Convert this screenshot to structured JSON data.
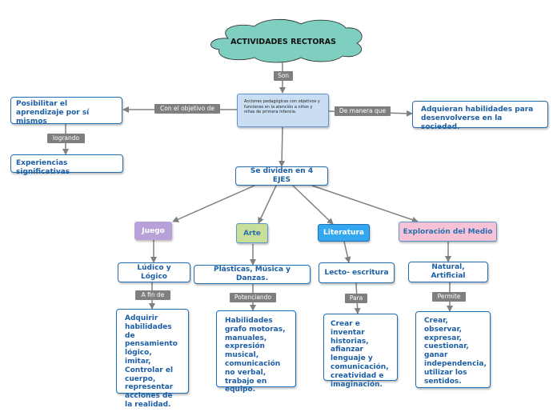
{
  "title": "ACTIVIDADES RECTORAS",
  "definition": "Acciones pedagógicas con objetivos y funciones en la atención a niños y niñas de primera infancia.",
  "link_labels": {
    "son": "Son",
    "objetivo": "Con el objetivo de",
    "manera": "De manera que",
    "logrando": "logrando",
    "a_fin_de": "A fin de",
    "potenciando": "Potenciando",
    "para": "Para",
    "permite": "Permite"
  },
  "nodes": {
    "posibilitar": "Posibilitar el aprendizaje por sí mismos",
    "experiencias": "Experiencias significativas",
    "adquieran": "Adquieran habilidades para desenvolverse en la  sociedad.",
    "ejes": "Se dividen en 4 EJES"
  },
  "axes": {
    "juego": {
      "name": "Juego",
      "color": "#b8a0d8",
      "sub": "Lúdico y Lógico",
      "detail": "Adquirir habilidades de pensamiento lógico, imitar, Controlar el cuerpo, representar acciones de la realidad."
    },
    "arte": {
      "name": "Arte",
      "color": "#c8df9a",
      "sub": "Plásticas, Música y Danzas.",
      "detail": "Habilidades grafo motoras, manuales, expresión musical, comunicación no verbal, trabajo en equipo."
    },
    "literatura": {
      "name": "Literatura",
      "color": "#33a7f0",
      "sub": "Lecto- escritura",
      "detail": "Crear e inventar historias, afianzar lenguaje y comunicación, creatividad e imaginación."
    },
    "exploracion": {
      "name": "Exploración del Medio",
      "color": "#f7c2d5",
      "sub": "Natural, Artificial",
      "detail": "Crear, observar, expresar, cuestionar, ganar independencia, utilizar los sentidos."
    }
  },
  "colors": {
    "title_cloud": "#7ecfc0",
    "node_border": "#1e6fb5",
    "text": "#1b5ea6",
    "connector": "#808080"
  }
}
